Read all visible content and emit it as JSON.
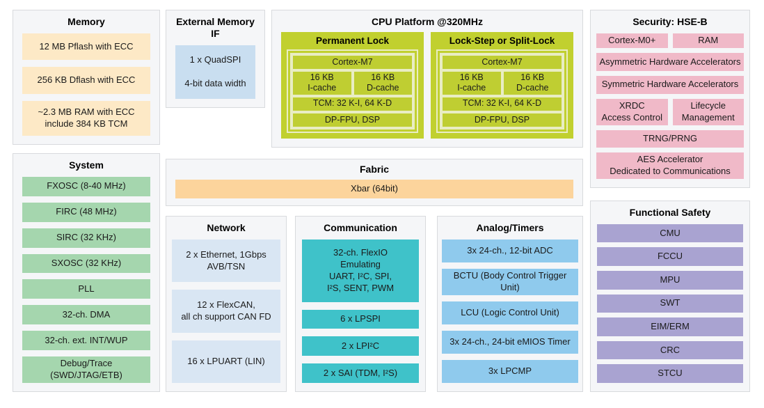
{
  "colors": {
    "lime": "#c1d02f",
    "pale_lime": "#e9edc4",
    "cream": "#fde9c6",
    "orange": "#fcd49c",
    "green": "#a5d6ae",
    "light_blue": "#d9e6f3",
    "ext_blue": "#c9def0",
    "teal": "#3fc2c9",
    "sky_blue": "#8fcaed",
    "pink": "#f0b9c8",
    "purple": "#a9a3d1"
  },
  "memory": {
    "title": "Memory",
    "items": [
      "12 MB Pflash with ECC",
      "256 KB Dflash with ECC",
      "~2.3 MB RAM with ECC\ninclude 384 KB TCM"
    ]
  },
  "system": {
    "title": "System",
    "items": [
      "FXOSC (8-40 MHz)",
      "FIRC (48 MHz)",
      "SIRC (32 KHz)",
      "SXOSC (32 KHz)",
      "PLL",
      "32-ch. DMA",
      "32-ch. ext. INT/WUP",
      "Debug/Trace (SWD/JTAG/ETB)"
    ]
  },
  "external_memory": {
    "title": "External Memory IF",
    "item": "1 x QuadSPI\n\n4-bit data width"
  },
  "cpu": {
    "title": "CPU Platform @320MHz",
    "locks": [
      {
        "title": "Permanent Lock",
        "core": "Cortex-M7",
        "icache": "16 KB\nI-cache",
        "dcache": "16 KB\nD-cache",
        "tcm": "TCM: 32 K-I, 64 K-D",
        "fpu": "DP-FPU, DSP"
      },
      {
        "title": "Lock-Step or Split-Lock",
        "core": "Cortex-M7",
        "icache": "16 KB\nI-cache",
        "dcache": "16 KB\nD-cache",
        "tcm": "TCM: 32 K-I, 64 K-D",
        "fpu": "DP-FPU, DSP"
      }
    ]
  },
  "fabric": {
    "title": "Fabric",
    "item": "Xbar (64bit)"
  },
  "network": {
    "title": "Network",
    "items": [
      "2 x Ethernet, 1Gbps\nAVB/TSN",
      "12 x FlexCAN,\nall ch support CAN FD",
      "16 x LPUART (LIN)"
    ]
  },
  "communication": {
    "title": "Communication",
    "items": [
      "32-ch. FlexIO\nEmulating\nUART, I²C, SPI,\nI²S, SENT, PWM",
      "6 x LPSPI",
      "2 x LPI²C",
      "2 x SAI (TDM, I²S)"
    ]
  },
  "analog_timers": {
    "title": "Analog/Timers",
    "items": [
      "3x 24-ch., 12-bit ADC",
      "BCTU (Body Control Trigger Unit)",
      "LCU (Logic Control Unit)",
      "3x 24-ch., 24-bit eMIOS Timer",
      "3x LPCMP"
    ]
  },
  "security": {
    "title": "Security: HSE-B",
    "core": "Cortex-M0+",
    "ram": "RAM",
    "asym": "Asymmetric Hardware Accelerators",
    "sym": "Symmetric Hardware Accelerators",
    "xrdc": "XRDC\nAccess Control",
    "lifecycle": "Lifecycle\nManagement",
    "trng": "TRNG/PRNG",
    "aes": "AES Accelerator\nDedicated to Communications"
  },
  "functional_safety": {
    "title": "Functional Safety",
    "items": [
      "CMU",
      "FCCU",
      "MPU",
      "SWT",
      "EIM/ERM",
      "CRC",
      "STCU"
    ]
  }
}
